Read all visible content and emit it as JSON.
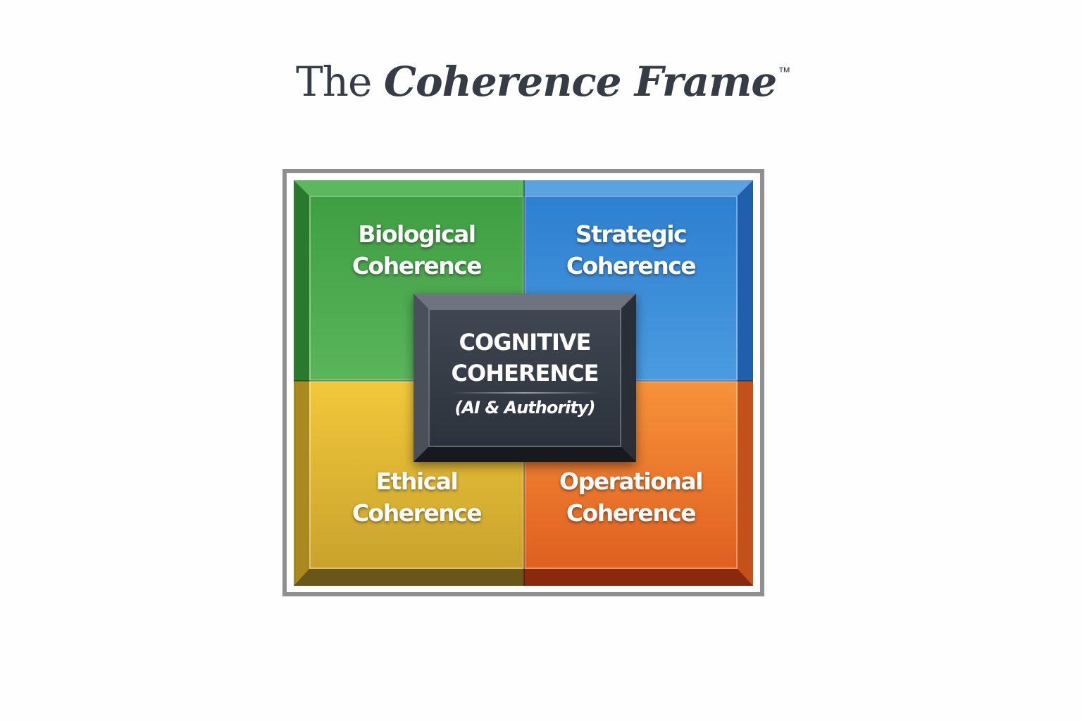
{
  "title": {
    "prefix": "The",
    "emphasis": "Coherence Frame",
    "trademark": "™"
  },
  "quadrants": [
    {
      "line1": "Biological",
      "line2": "Coherence",
      "color": "#4caf50"
    },
    {
      "line1": "Strategic",
      "line2": "Coherence",
      "color": "#2f86d6"
    },
    {
      "line1": "Ethical",
      "line2": "Coherence",
      "color": "#e6b830"
    },
    {
      "line1": "Operational",
      "line2": "Coherence",
      "color": "#ee7a2c"
    }
  ],
  "center": {
    "line1": "COGNITIVE",
    "line2": "COHERENCE",
    "subtitle": "(AI & Authority)",
    "color": "#363c46"
  }
}
